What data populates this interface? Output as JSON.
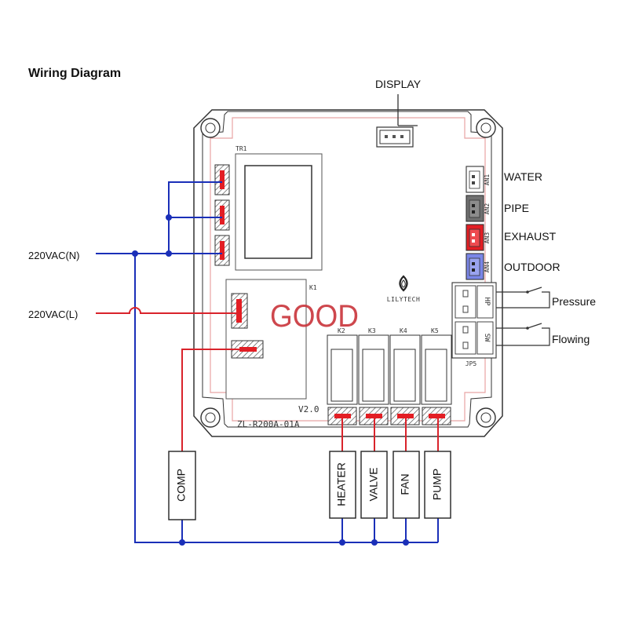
{
  "title": "Wiring Diagram",
  "stamp": "GOOD",
  "board": {
    "model": "ZL-R200A-01A",
    "version": "V2.0",
    "brand": "LILYTECH",
    "transformer_label": "TR1",
    "relay_labels": [
      "K1",
      "K2",
      "K3",
      "K4",
      "K5"
    ],
    "connector_label": "JP5",
    "jp5_pins": [
      "HP",
      "SW"
    ]
  },
  "power": {
    "neutral": "220VAC(N)",
    "live": "220VAC(L)"
  },
  "display": "DISPLAY",
  "sensors": [
    {
      "port": "AN1",
      "name": "WATER",
      "color": "#ffffff"
    },
    {
      "port": "AN2",
      "name": "PIPE",
      "color": "#707070"
    },
    {
      "port": "AN3",
      "name": "EXHAUST",
      "color": "#e31e24"
    },
    {
      "port": "AN4",
      "name": "OUTDOOR",
      "color": "#7a86e8"
    }
  ],
  "switches": [
    "Pressure",
    "Flowing"
  ],
  "loads": [
    "COMP",
    "HEATER",
    "VALVE",
    "FAN",
    "PUMP"
  ],
  "colors": {
    "neutral": "#1a2fb8",
    "live": "#d9232b",
    "board_trace": "#e8a3a3"
  }
}
